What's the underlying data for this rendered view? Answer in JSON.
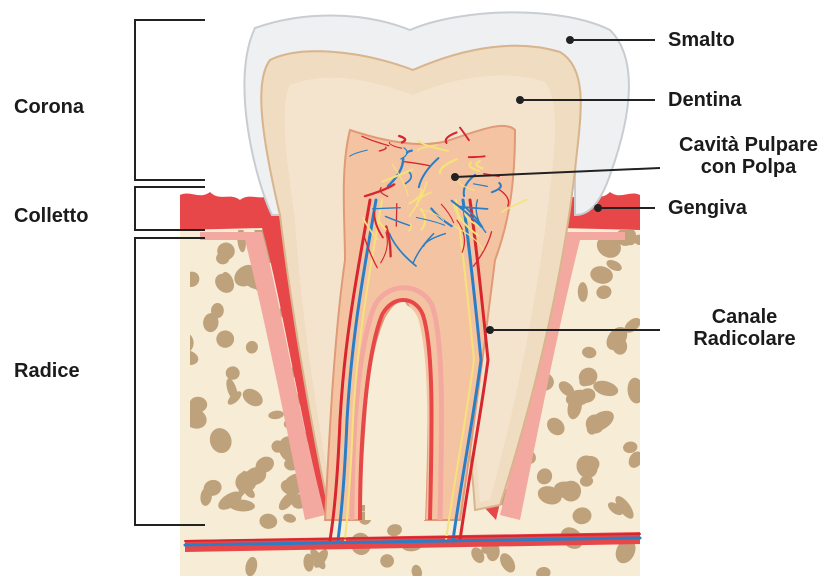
{
  "labels": {
    "corona": "Corona",
    "colletto": "Colletto",
    "radice": "Radice",
    "smalto": "Smalto",
    "dentina": "Dentina",
    "cavita_line1": "Cavità Pulpare",
    "cavita_line2": "con Polpa",
    "gengiva": "Gengiva",
    "canale_line1": "Canale",
    "canale_line2": "Radicolare"
  },
  "colors": {
    "enamel": "#eef0f1",
    "dentin": "#f0dcc0",
    "pulp": "#f4c4a2",
    "gum": "#e8474a",
    "gum_light": "#f3a9a0",
    "bone": "#f7ecd6",
    "bone_spots": "#b89a73",
    "artery": "#d7262d",
    "vein": "#2a7ec5",
    "nerve": "#f5e27a"
  }
}
